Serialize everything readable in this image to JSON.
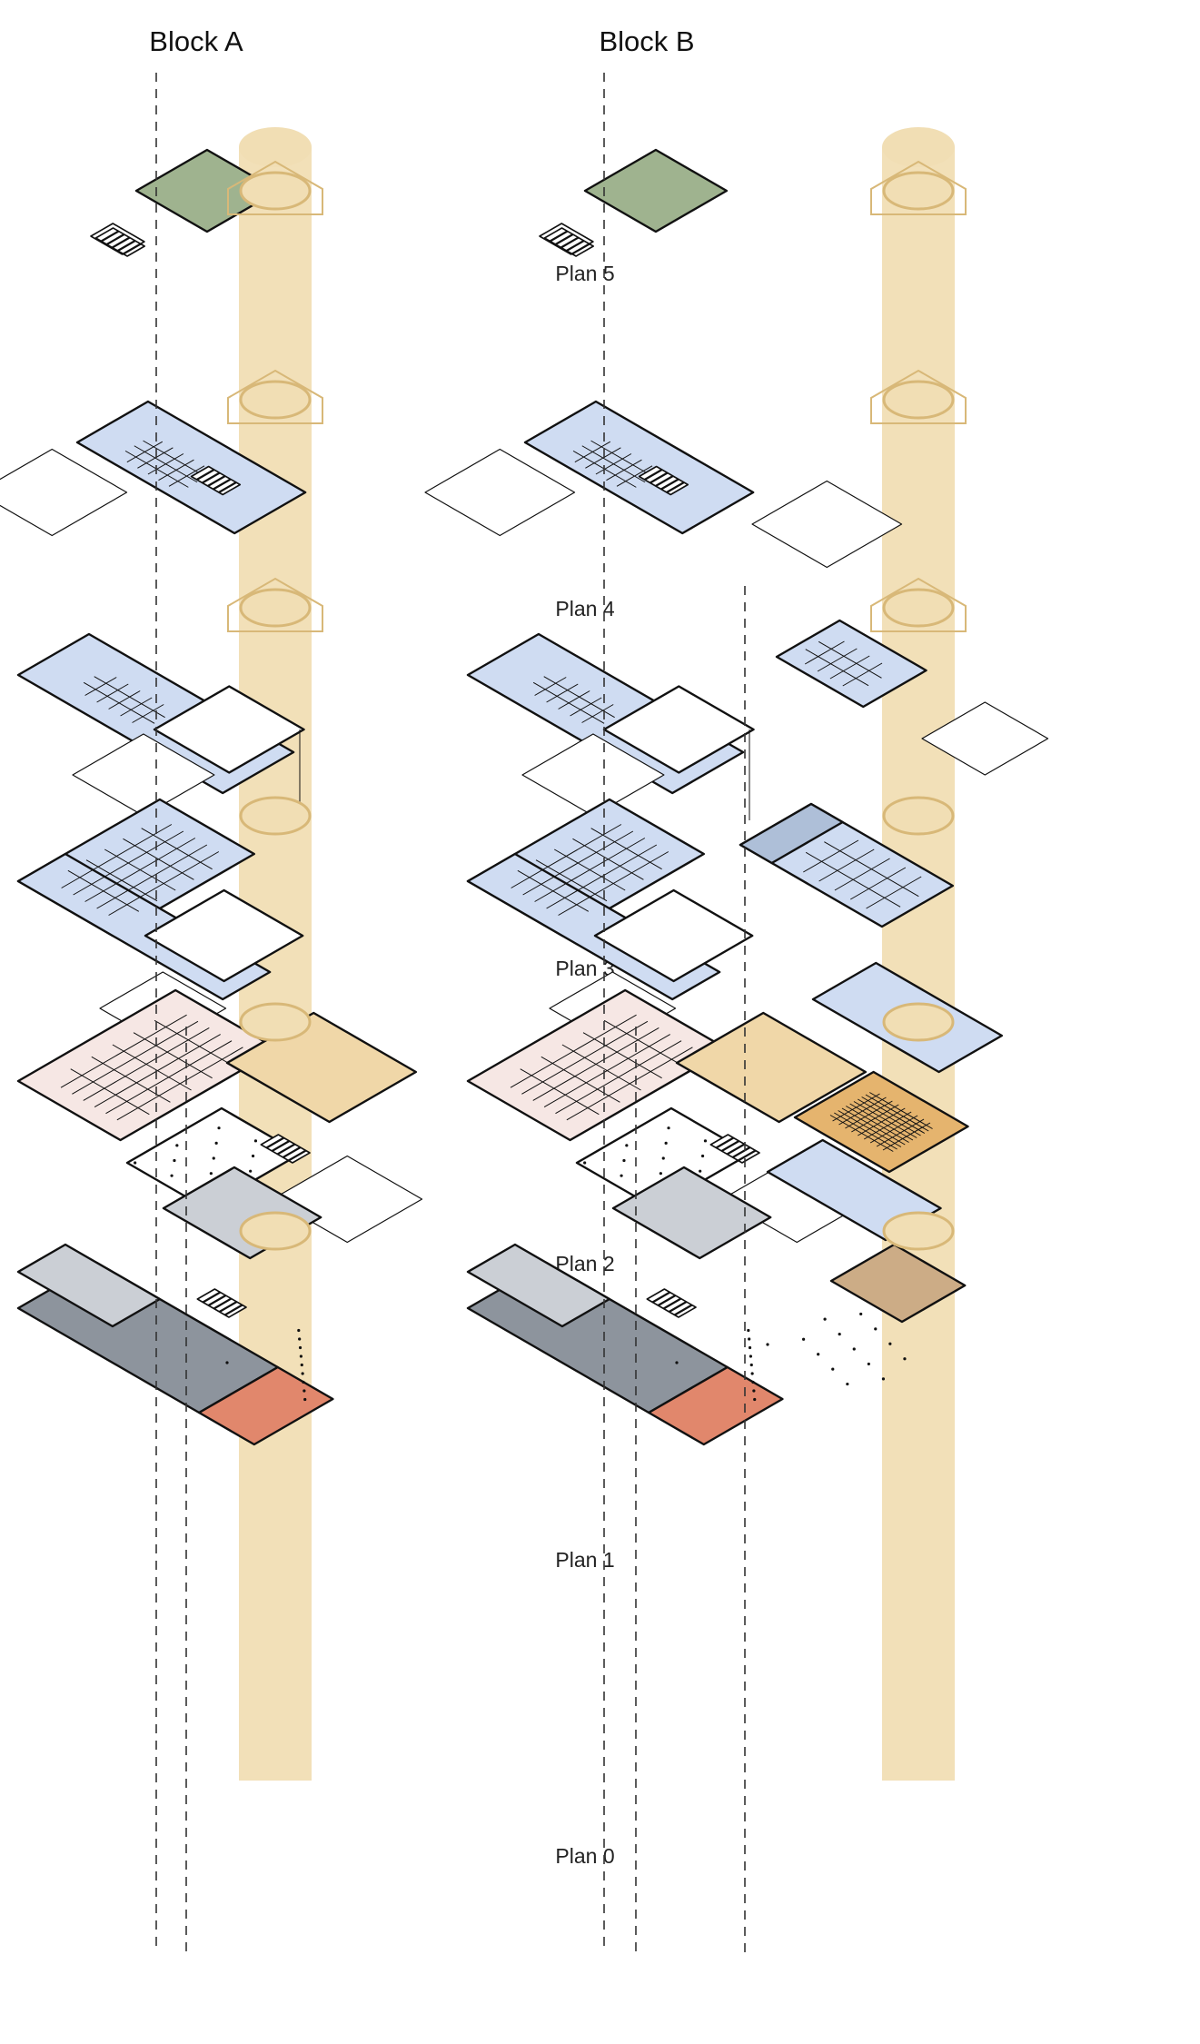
{
  "columns": [
    {
      "title": "Block A"
    },
    {
      "title": "Block B"
    }
  ],
  "levels": [
    {
      "label": "Plan 5"
    },
    {
      "label": "Plan 4"
    },
    {
      "label": "Plan 3"
    },
    {
      "label": "Plan 2"
    },
    {
      "label": "Plan 1"
    },
    {
      "label": "Plan 0"
    }
  ],
  "colors": {
    "core": "#f1deb4",
    "core_edge": "#d8b878",
    "roof_green": "#9fb38f",
    "office_blue": "#cfdcf2",
    "blue_dark": "#aebfd8",
    "pink": "#f6e7e4",
    "sand": "#f0d7a8",
    "orange_hall": "#e5b46e",
    "grey_light": "#cbcfd5",
    "grey_dark": "#8d949d",
    "terracotta": "#e1876c",
    "brown": "#ccac86",
    "outline": "#111111"
  }
}
